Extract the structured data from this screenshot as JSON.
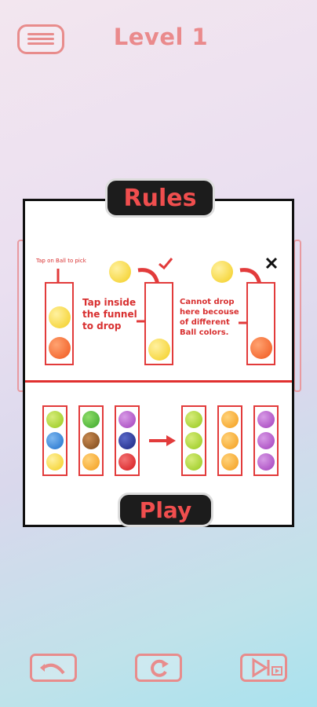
{
  "header": {
    "title": "Level 1"
  },
  "rules_panel": {
    "badge": "Rules",
    "step1_label": "Tap on Ball to pick",
    "step2_text": [
      "Tap inside",
      "the funnel",
      "to drop"
    ],
    "step3_text": [
      "Cannot drop",
      "here becouse",
      "of different",
      "Ball colors."
    ],
    "play_label": "Play"
  },
  "icons": {
    "menu": "hamburger-menu-icon",
    "check": "check-mark-icon",
    "cross": "cross-mark-icon",
    "undo": "undo-icon",
    "restart": "restart-icon",
    "skip": "skip-video-icon"
  },
  "colors": {
    "accent": "#e88c8c",
    "rule_red": "#e23b3b",
    "badge_bg": "#1c1c1c",
    "badge_text": "#f04e4e"
  }
}
